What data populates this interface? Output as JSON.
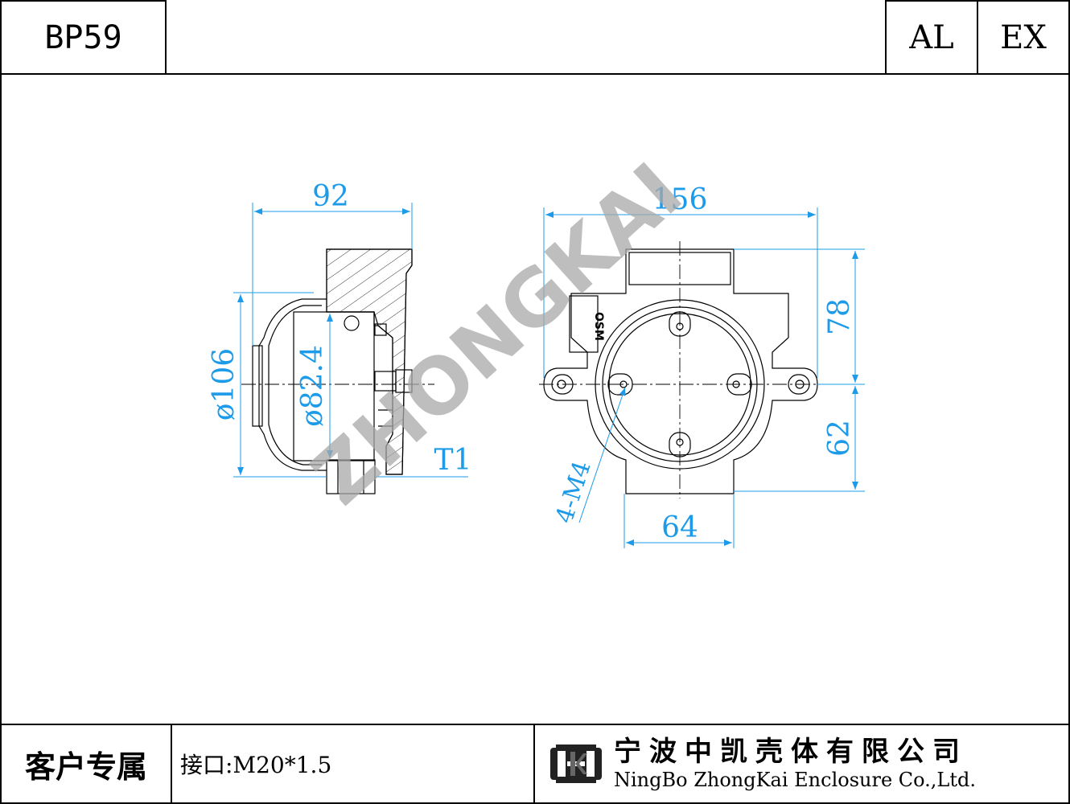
{
  "header": {
    "model": "BP59",
    "codes": [
      "AL",
      "EX"
    ]
  },
  "drawing": {
    "watermark": "ZHONGKAI",
    "side_view": {
      "width_dim": "92",
      "outer_diameter_dim": "ø106",
      "inner_diameter_dim": "ø82.4",
      "thread_label": "T1"
    },
    "front_view": {
      "width_dim": "156",
      "upper_height_dim": "78",
      "lower_height_dim": "62",
      "bottom_width_dim": "64",
      "screw_label": "4-M4",
      "marking": "OSM"
    },
    "colors": {
      "dimension": "#1e9be8",
      "line": "#000000",
      "watermark": "#a8a8a8"
    }
  },
  "footer": {
    "customer_label": "客户专属",
    "interface_label": "接口:M20*1.5",
    "company_cn": "宁波中凯壳体有限公司",
    "company_en": "NingBo ZhongKai Enclosure Co.,Ltd."
  }
}
